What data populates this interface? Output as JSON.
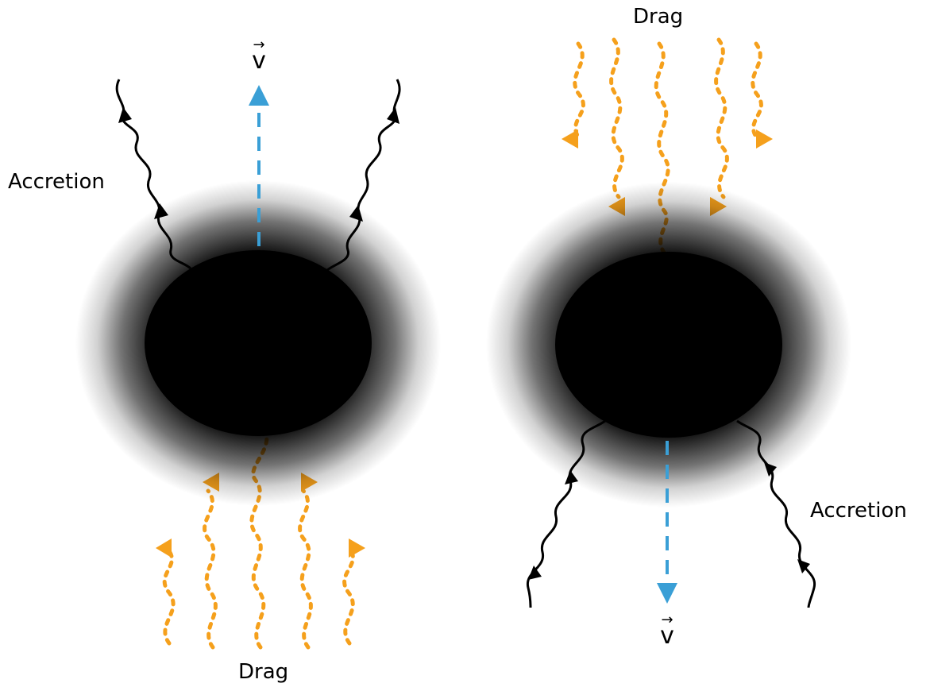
{
  "colors": {
    "hole": "#000000",
    "accretion": "#000000",
    "drag": "#f5a01c",
    "velocity": "#3a9fd6"
  },
  "left_panel": {
    "accretion_label": "Accretion",
    "drag_label": "Drag",
    "velocity_label": "v",
    "velocity_direction": "up",
    "drag_position": "below"
  },
  "right_panel": {
    "accretion_label": "Accretion",
    "drag_label": "Drag",
    "velocity_label": "v",
    "velocity_direction": "down",
    "drag_position": "above"
  }
}
